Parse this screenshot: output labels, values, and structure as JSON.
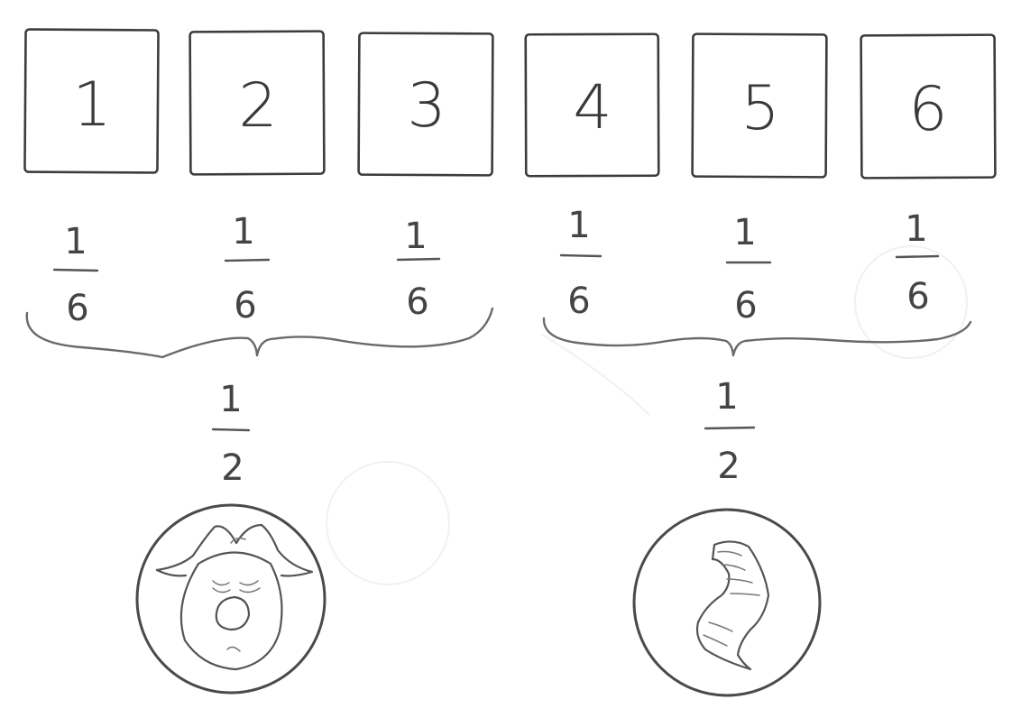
{
  "dice_faces": [
    {
      "label": "1",
      "probability": {
        "numerator": "1",
        "denominator": "6"
      }
    },
    {
      "label": "2",
      "probability": {
        "numerator": "1",
        "denominator": "6"
      }
    },
    {
      "label": "3",
      "probability": {
        "numerator": "1",
        "denominator": "6"
      }
    },
    {
      "label": "4",
      "probability": {
        "numerator": "1",
        "denominator": "6"
      }
    },
    {
      "label": "5",
      "probability": {
        "numerator": "1",
        "denominator": "6"
      }
    },
    {
      "label": "6",
      "probability": {
        "numerator": "1",
        "denominator": "6"
      }
    }
  ],
  "groups": [
    {
      "probability": {
        "numerator": "1",
        "denominator": "2"
      },
      "coin_side": "heads-face-icon"
    },
    {
      "probability": {
        "numerator": "1",
        "denominator": "2"
      },
      "coin_side": "tails-snake-icon"
    }
  ],
  "colors": {
    "ink": "#3c3c3c",
    "brace": "#6a6a6a",
    "background": "#ffffff"
  }
}
